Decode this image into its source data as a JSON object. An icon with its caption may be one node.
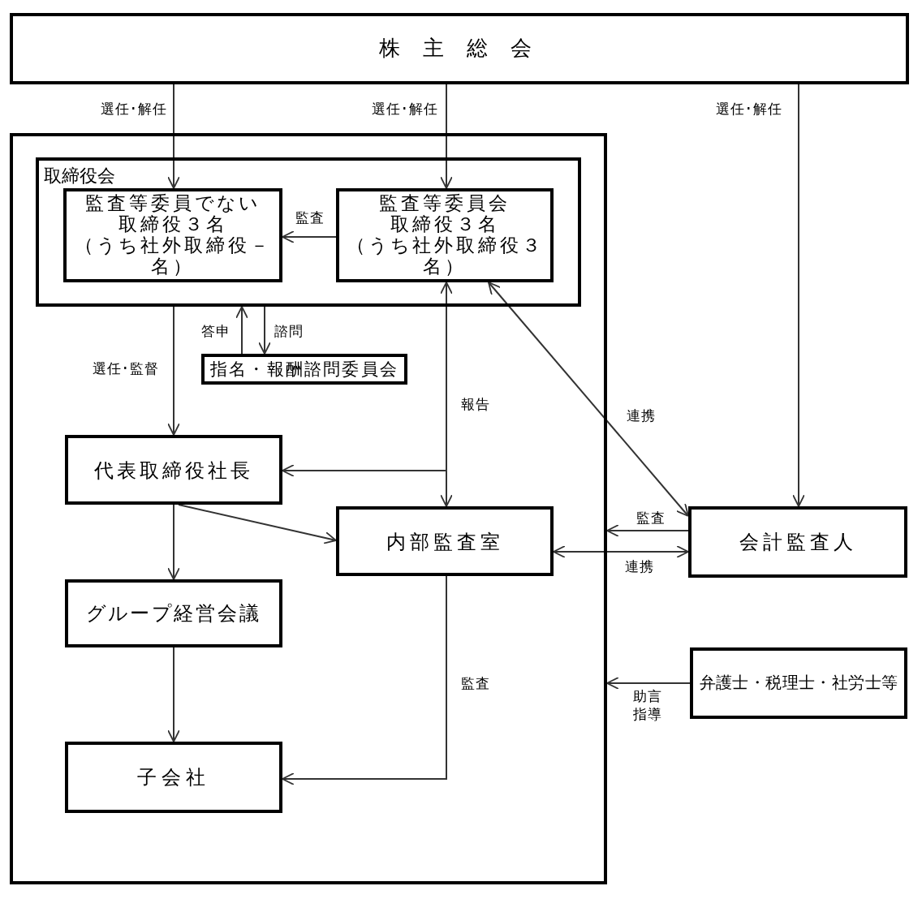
{
  "diagram": {
    "nodes": [
      {
        "text": [
          "株 主 総 会"
        ]
      },
      {
        "text": [],
        "shape": "box"
      },
      {
        "text": [
          "取締役会"
        ],
        "in": 1
      },
      {
        "text": [
          "監査等委員でない取締役３名（うち社外取締役－名）"
        ],
        "in": 2
      },
      {
        "text": [
          "監査等委員会取締役３名（うち社外取締役３名）"
        ],
        "in": 2
      },
      {
        "text": [
          "指名・報酬諮問委員会"
        ],
        "in": 1
      },
      {
        "text": [
          "代表取締役社長"
        ],
        "in": 1
      },
      {
        "text": [
          "内部監査室"
        ],
        "in": 1
      },
      {
        "text": [
          "グループ経営会議"
        ],
        "in": 1
      },
      {
        "text": [
          "子会社"
        ],
        "in": 1
      },
      {
        "text": [
          "会計監査人"
        ]
      },
      {
        "text": [
          "弁護士・税理士・社労士等"
        ]
      }
    ],
    "edges": [
      {
        "from": 0,
        "to": 3,
        "arrow": "to",
        "label": "選任･解任"
      },
      {
        "from": 0,
        "to": 4,
        "arrow": "to",
        "label": "選任･解任"
      },
      {
        "from": 0,
        "to": 10,
        "arrow": "to",
        "label": "選任･解任"
      },
      {
        "from": 4,
        "to": 3,
        "arrow": "to",
        "label": "監査"
      },
      {
        "from": 5,
        "to": 2,
        "arrow": "to",
        "label": "答申"
      },
      {
        "from": 2,
        "to": 5,
        "arrow": "to",
        "label": "諮問"
      },
      {
        "from": 2,
        "to": 6,
        "arrow": "to",
        "label": "選任･監督"
      },
      {
        "from": 7,
        "to": 4,
        "arrow": "both",
        "label": "報告"
      },
      {
        "from": 7,
        "to": 6,
        "arrow": "to"
      },
      {
        "from": 4,
        "to": 10,
        "arrow": "both",
        "label": "連携"
      },
      {
        "from": 6,
        "to": 8,
        "arrow": "to"
      },
      {
        "from": 6,
        "to": 7,
        "arrow": "to"
      },
      {
        "from": 10,
        "to": 1,
        "arrow": "to",
        "label": "監査"
      },
      {
        "from": 7,
        "to": 10,
        "arrow": "both",
        "label": "連携"
      },
      {
        "from": 8,
        "to": 9,
        "arrow": "to"
      },
      {
        "from": 7,
        "to": 9,
        "arrow": "to",
        "label": "監査"
      },
      {
        "from": 11,
        "to": 1,
        "arrow": "to",
        "label": "助言指導"
      }
    ]
  }
}
